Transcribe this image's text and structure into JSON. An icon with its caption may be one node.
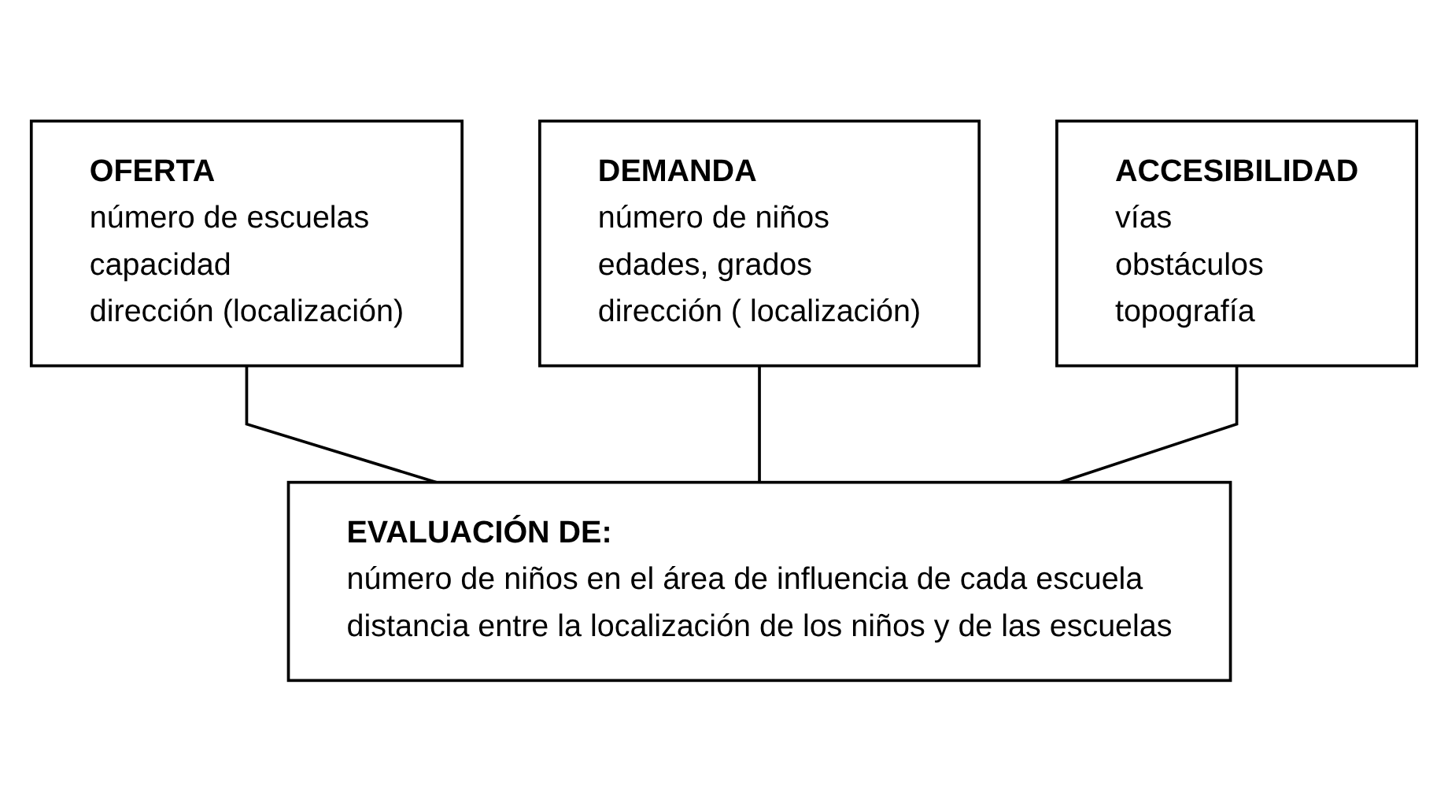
{
  "diagram": {
    "nodes": [
      {
        "text": [
          "OFERTA",
          "número de escuelas",
          "capacidad",
          "dirección (localización)"
        ]
      },
      {
        "text": [
          "DEMANDA",
          "número de niños",
          "edades, grados",
          "dirección ( localización)"
        ]
      },
      {
        "text": [
          "ACCESIBILIDAD",
          "vías",
          "obstáculos",
          "topografía"
        ]
      },
      {
        "text": [
          "EVALUACIÓN DE:",
          "número de niños en el área de influencia de cada escuela",
          "distancia entre la localización de los niños y de las escuelas"
        ]
      }
    ],
    "edges": [
      {
        "from": 0,
        "to": 3,
        "arrow": "none"
      },
      {
        "from": 1,
        "to": 3,
        "arrow": "none"
      },
      {
        "from": 2,
        "to": 3,
        "arrow": "none"
      }
    ]
  }
}
